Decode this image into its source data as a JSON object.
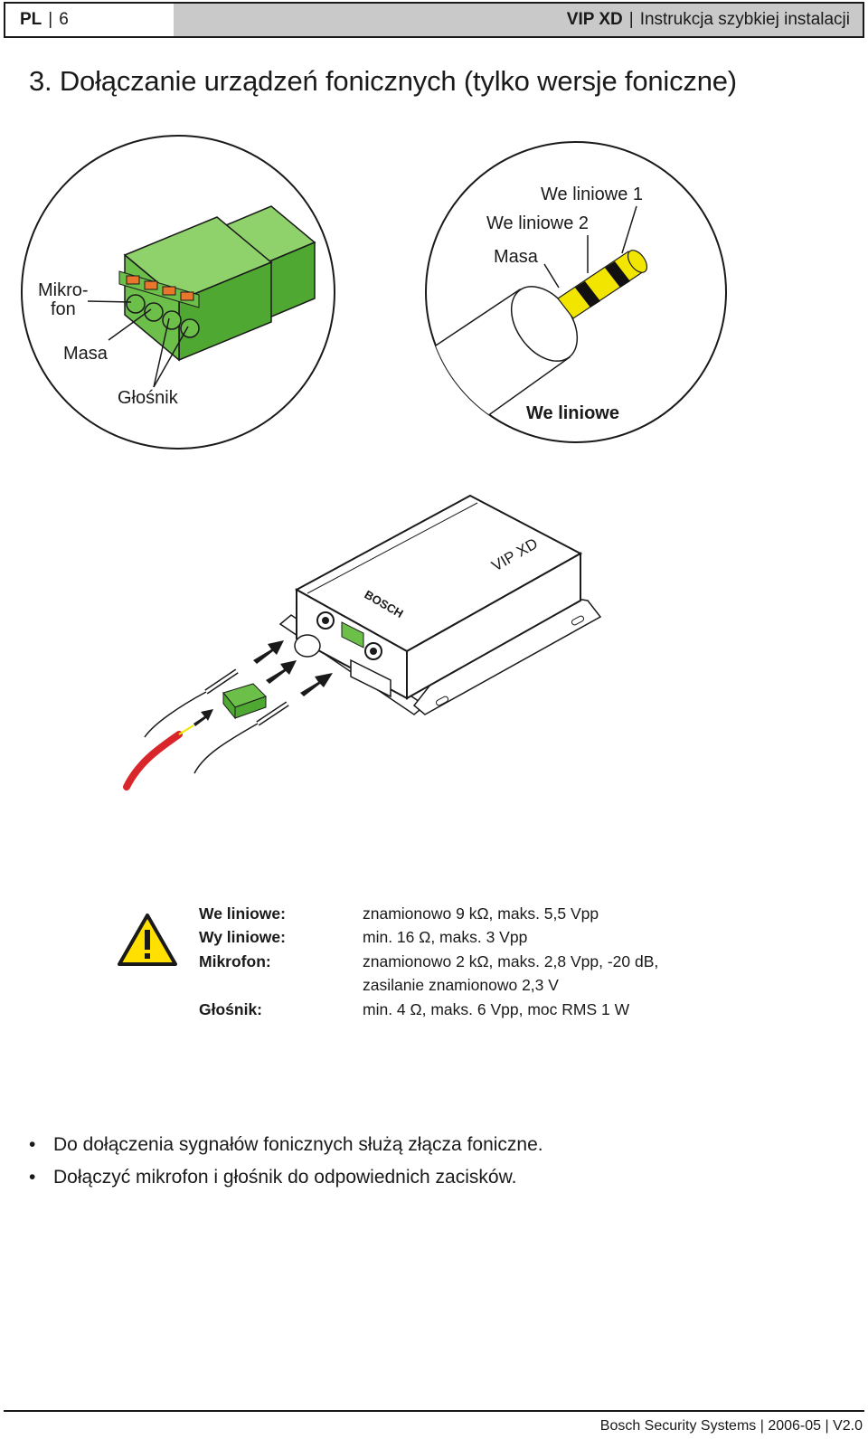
{
  "header": {
    "lang": "PL",
    "page_number": "6",
    "product": "VIP XD",
    "doc_title": "Instrukcja szybkiej instalacji"
  },
  "page_title": "3. Dołączanie urządzeń fonicznych (tylko wersje foniczne)",
  "terminal_callout": {
    "mic_label_line1": "Mikro-",
    "mic_label_line2": "fon",
    "ground_label": "Masa",
    "speaker_label": "Głośnik"
  },
  "jack_callout": {
    "line_in_1": "We liniowe 1",
    "line_in_2": "We liniowe 2",
    "ground_label": "Masa",
    "title": "We liniowe"
  },
  "device": {
    "model_label": "VIP  XD",
    "brand_label": "BOSCH"
  },
  "specs": [
    {
      "label": "We liniowe:",
      "value": "znamionowo 9 kΩ, maks. 5,5 Vpp"
    },
    {
      "label": "Wy liniowe:",
      "value": "min. 16 Ω, maks. 3 Vpp"
    },
    {
      "label": "Mikrofon:",
      "value": "znamionowo 2 kΩ, maks. 2,8 Vpp, -20 dB,"
    },
    {
      "label": "",
      "value": "zasilanie znamionowo 2,3 V"
    },
    {
      "label": "Głośnik:",
      "value": "min. 4 Ω, maks. 6 Vpp, moc RMS 1 W"
    }
  ],
  "bullets": [
    "Do dołączenia sygnałów fonicznych służą złącza foniczne.",
    "Dołączyć mikrofon i głośnik do odpowiednich zacisków."
  ],
  "footer": "Bosch Security Systems | 2006-05 | V2.0",
  "colors": {
    "terminal_green": "#6cc04a",
    "clamp_orange": "#e8762b",
    "plug_yellow": "#f2e600",
    "cable_red": "#d8262b",
    "warning_yellow": "#ffe000",
    "header_gray": "#c9c9c9"
  }
}
